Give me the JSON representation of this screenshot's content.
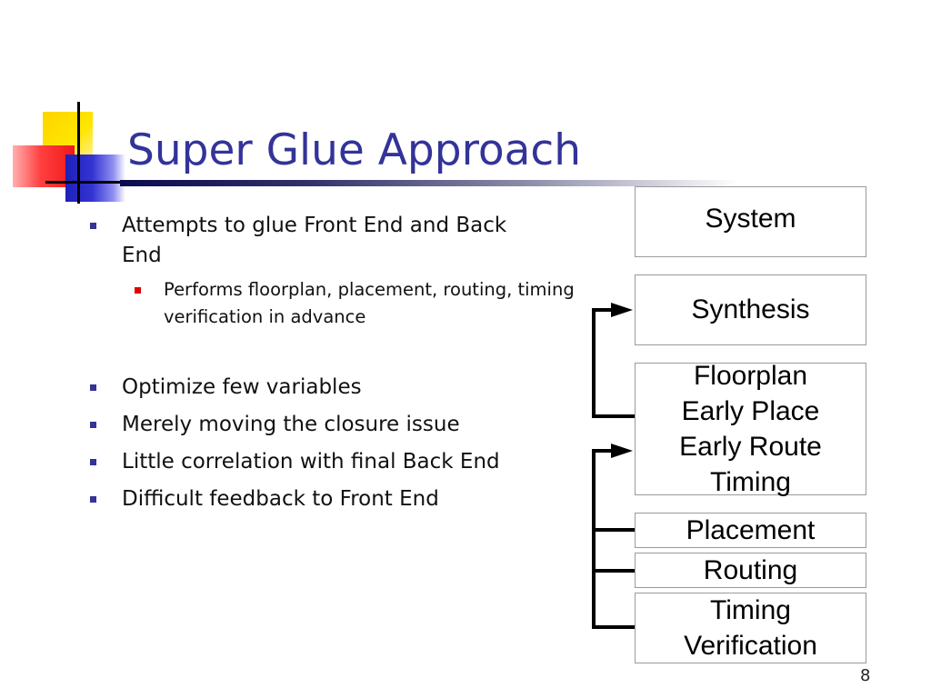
{
  "slide": {
    "title": "Super Glue Approach",
    "page_number": "8"
  },
  "bullets": [
    {
      "level": 1,
      "text": "Attempts to glue Front End and Back End"
    },
    {
      "level": 2,
      "text": "Performs floorplan, placement, routing, timing verification in advance"
    },
    {
      "level": 1,
      "text": "Optimize few variables"
    },
    {
      "level": 1,
      "text": "Merely moving the closure issue"
    },
    {
      "level": 1,
      "text": "Little correlation with final Back End"
    },
    {
      "level": 1,
      "text": "Difficult feedback to Front End"
    }
  ],
  "flow": {
    "boxes": [
      {
        "id": "system",
        "label": "System"
      },
      {
        "id": "synthesis",
        "label": "Synthesis"
      },
      {
        "id": "glue",
        "label": "Floorplan\nEarly Place\nEarly Route\nTiming"
      },
      {
        "id": "placement",
        "label": "Placement"
      },
      {
        "id": "routing",
        "label": "Routing"
      },
      {
        "id": "timing-verification",
        "label": "Timing\nVerification"
      }
    ],
    "feedback_arrows": [
      {
        "from": "glue",
        "to": "synthesis"
      },
      {
        "from": [
          "placement",
          "routing",
          "timing-verification"
        ],
        "to": "glue"
      }
    ]
  },
  "colors": {
    "title": "#333399",
    "bullet_level1": "#333399",
    "bullet_level2": "#e00000",
    "logo_yellow": "#ffd400",
    "logo_red": "#f01818",
    "logo_blue": "#2a2ac8"
  }
}
